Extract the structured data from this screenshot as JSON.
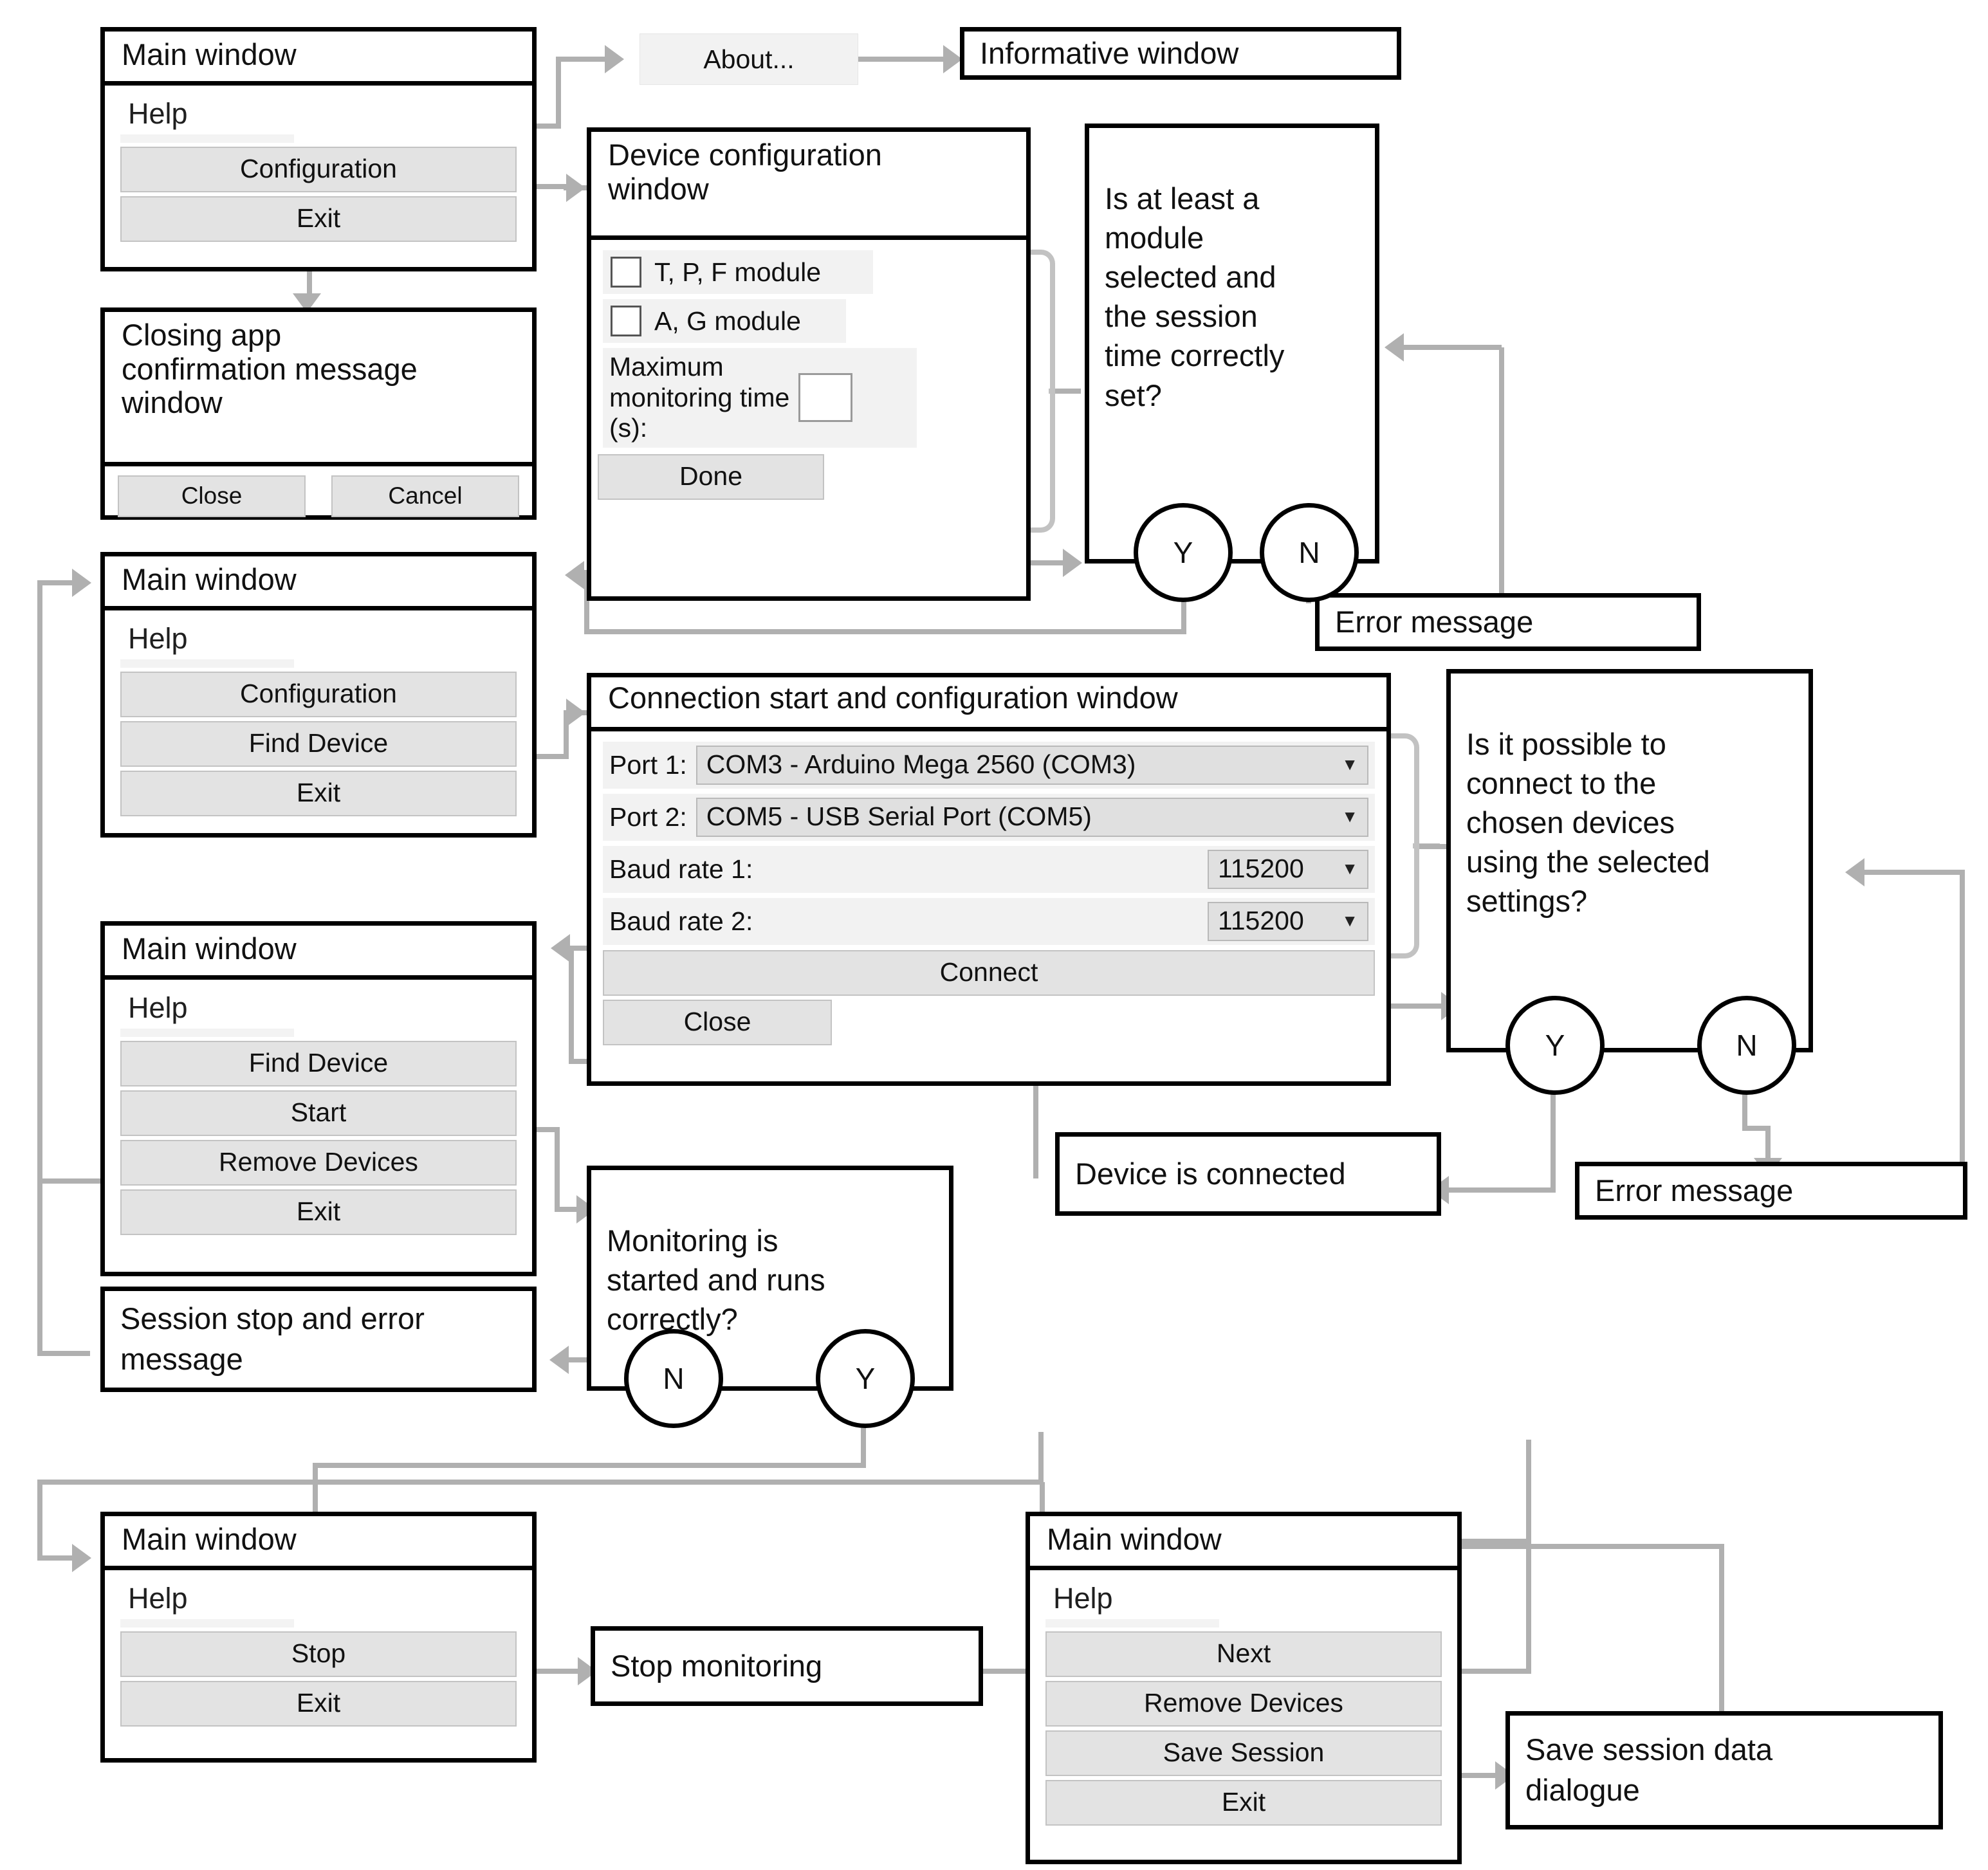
{
  "labels": {
    "main_window": "Main window",
    "help": "Help",
    "configuration": "Configuration",
    "exit": "Exit",
    "find_device": "Find Device",
    "start": "Start",
    "remove_devices": "Remove Devices",
    "stop": "Stop",
    "next": "Next",
    "save_session": "Save Session",
    "close": "Close",
    "cancel": "Cancel",
    "done": "Done",
    "connect": "Connect",
    "about": "About...",
    "yes": "Y",
    "no": "N"
  },
  "nodes": {
    "informative_window": "Informative window",
    "closing_confirmation": "Closing app\nconfirmation message\nwindow",
    "device_config_title": "Device configuration\nwindow",
    "connection_window_title": "Connection start and configuration window",
    "error_message_1": "Error message",
    "error_message_2": "Error message",
    "device_connected": "Device is connected",
    "session_stop_error": "Session stop and error\nmessage",
    "stop_monitoring": "Stop monitoring",
    "save_session_dialogue": "Save session data\ndialogue"
  },
  "decisions": {
    "module_selected": "Is at least a\nmodule\nselected and\nthe session\ntime correctly\nset?",
    "can_connect": "Is it possible to\nconnect to the\nchosen devices\nusing the selected\nsettings?",
    "monitoring_ok": "Monitoring is\nstarted and runs\ncorrectly?"
  },
  "device_config": {
    "module_tpf": "T, P, F module",
    "module_ag": "A, G module",
    "max_time_label": "Maximum\nmonitoring time\n(s):",
    "max_time_value": ""
  },
  "connection": {
    "port1_label": "Port 1:",
    "port1_value": "COM3 - Arduino Mega 2560 (COM3)",
    "port2_label": "Port 2:",
    "port2_value": "COM5 - USB Serial Port (COM5)",
    "baud1_label": "Baud rate 1:",
    "baud1_value": "115200",
    "baud2_label": "Baud rate 2:",
    "baud2_value": "115200"
  },
  "colors": {
    "border": "#000000",
    "connector": "#b0b0b0",
    "button_face": "#e3e3e3",
    "field_face": "#f2f2f2",
    "combo_face": "#e0e0e0"
  }
}
